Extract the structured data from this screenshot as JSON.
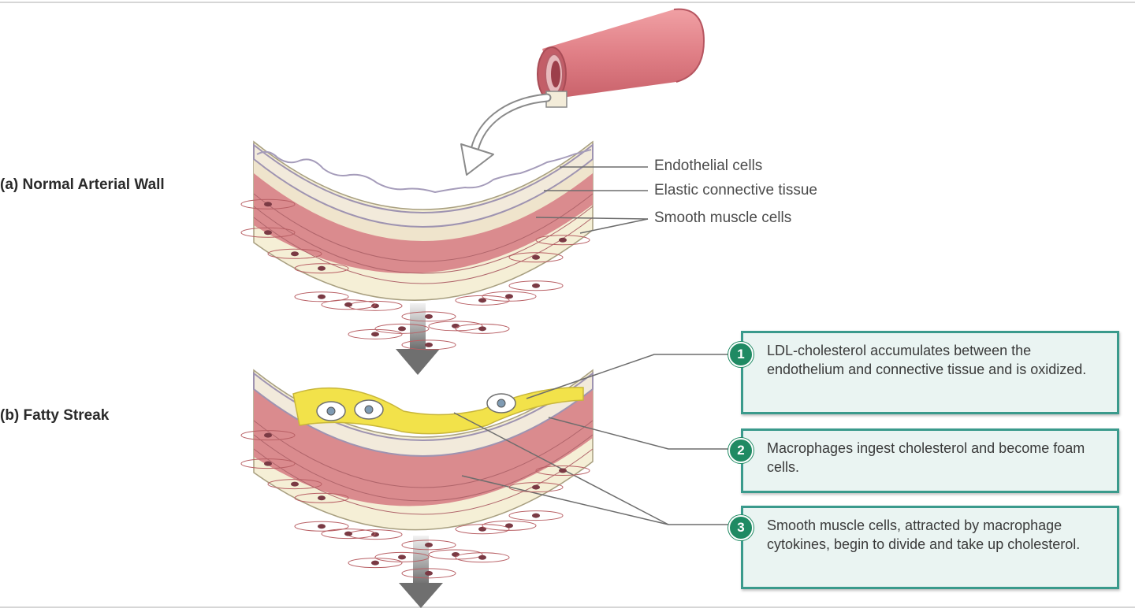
{
  "sections": {
    "a": {
      "title": "(a) Normal Arterial Wall"
    },
    "b": {
      "title": "(b) Fatty Streak"
    }
  },
  "labels": {
    "endothelial": "Endothelial cells",
    "elastic": "Elastic connective tissue",
    "smooth_muscle": "Smooth muscle cells"
  },
  "steps": [
    {
      "number": "1",
      "text": "LDL-cholesterol accumulates between the endothelium and connective tissue and is oxidized."
    },
    {
      "number": "2",
      "text": "Macrophages ingest cholesterol and become foam cells."
    },
    {
      "number": "3",
      "text": "Smooth muscle cells, attracted by macrophage cytokines, begin to divide and take up cholesterol."
    }
  ],
  "colors": {
    "muscle": "#d98a8a",
    "muscle_dark": "#b85f64",
    "adventitia": "#f4eed0",
    "connective": "#efe6cf",
    "fatty": "#f2e24a",
    "step_border": "#3a9a8c",
    "step_fill": "#eaf4f2",
    "badge": "#1f8a63"
  }
}
